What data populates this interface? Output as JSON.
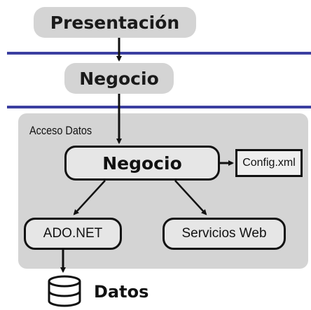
{
  "layers": {
    "presentation": "Presentación",
    "business": "Negocio"
  },
  "data_access": {
    "title": "Acceso Datos",
    "business": "Negocio",
    "config": "Config.xml",
    "ado": "ADO.NET",
    "services": "Servicios Web"
  },
  "datastore": {
    "label": "Datos",
    "icon": "database-icon"
  },
  "colors": {
    "layer_rule": "#3b3fa0",
    "panel_fill": "#d4d4d4",
    "box_border": "#111111"
  }
}
